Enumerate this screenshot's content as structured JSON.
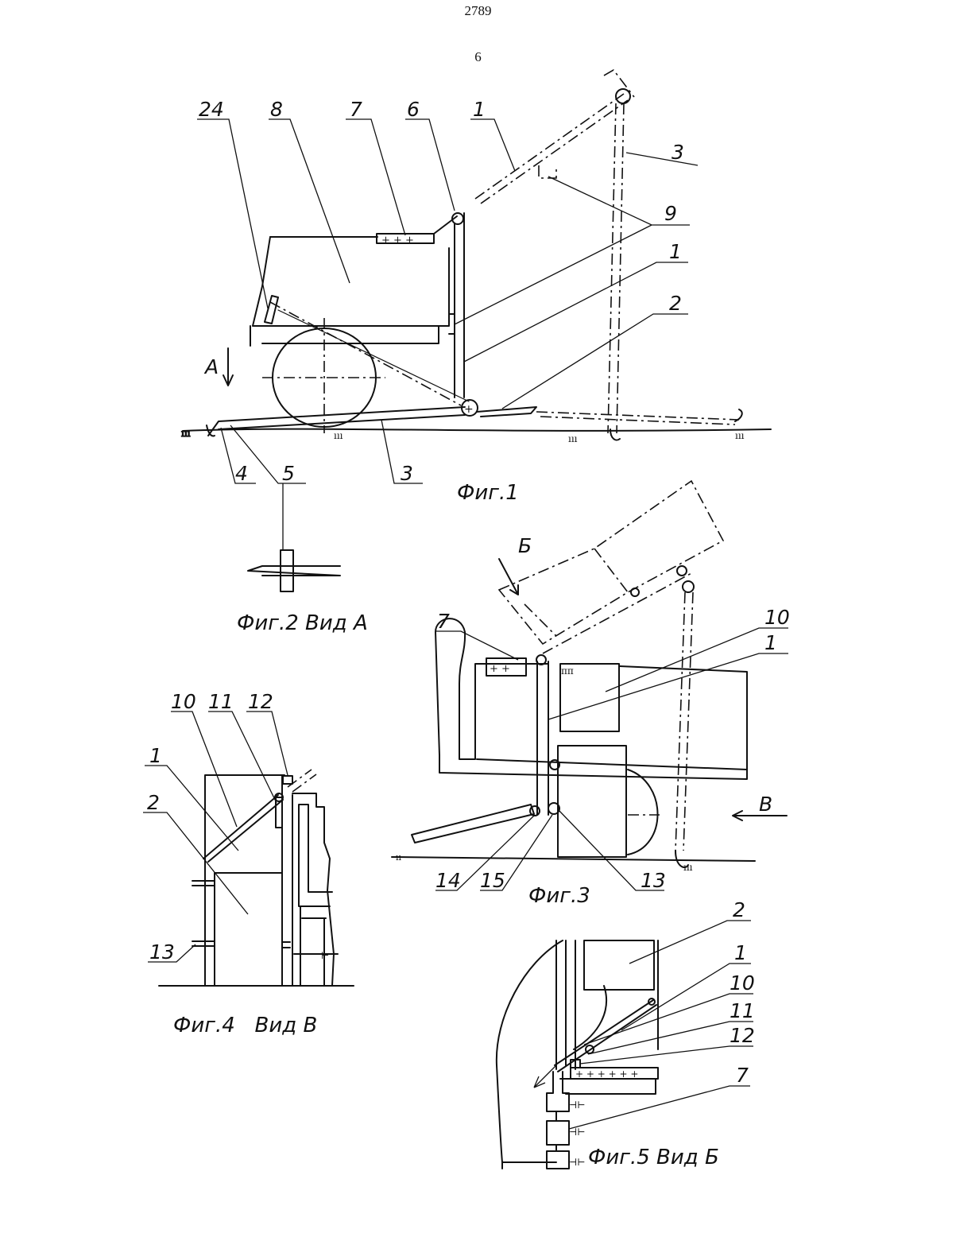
{
  "header": {
    "page_number_top": "2789",
    "page_number_sub": "6"
  },
  "figures": {
    "fig1": {
      "caption": "Фиг.1",
      "labels": [
        "24",
        "8",
        "7",
        "6",
        "1",
        "3",
        "9",
        "1",
        "2",
        "А",
        "4",
        "5",
        "3"
      ]
    },
    "fig2": {
      "caption": "Фиг.2 Вид А"
    },
    "fig3": {
      "caption": "Фиг.3",
      "labels": [
        "Б",
        "7",
        "10",
        "1",
        "В",
        "14",
        "15",
        "13"
      ]
    },
    "fig4": {
      "caption": "Фиг.4   Вид В",
      "labels": [
        "10",
        "11",
        "12",
        "1",
        "2",
        "13"
      ]
    },
    "fig5": {
      "caption": "Фиг.5 Вид Б",
      "labels": [
        "2",
        "1",
        "10",
        "11",
        "12",
        "7"
      ]
    }
  }
}
